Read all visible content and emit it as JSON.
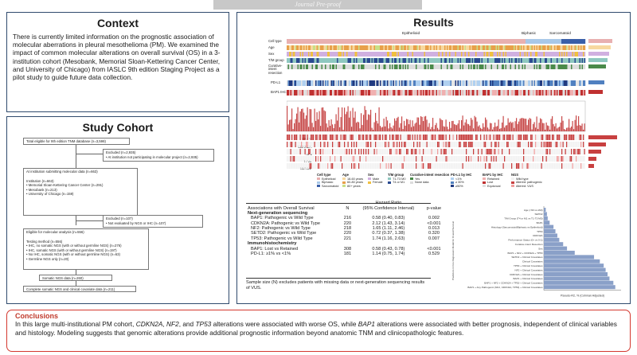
{
  "watermark": "Journal Pre-proof",
  "context": {
    "title": "Context",
    "text": "There is currently limited information on the prognostic association of molecular aberrations in pleural mesothelioma (PM). We examined the impact of common molecular alterations on overall survival (OS) in a 3-institution cohort (Mesobank, Memorial Sloan-Kettering Cancer Center, and University of Chicago) from IASLC 9th edition Staging Project as a pilot study to guide future data collection."
  },
  "cohort": {
    "title": "Study Cohort",
    "total": "Total eligible for 9th edition TNM database (n=3,598)",
    "excluded1_title": "Excluded (n=2,935)",
    "excluded1_item": "• At institution not participating in molecular project (n=2,935)",
    "submitting": "At institution submitting molecular data (n=663)",
    "inst_title": "Institution (n=663)",
    "inst_items": [
      "• Memorial Sloan-Kettering Cancer Center (n=291)",
      "• Mesobank (n=213)",
      "• University of Chicago (n=159)"
    ],
    "excluded2_title": "Excluded (n=107)",
    "excluded2_item": "• Not evaluated by NGS or IHC (n=107)",
    "eligible": "Eligible for molecular analysis (n=556)",
    "testing_title": "Testing method (n=556)",
    "testing_items": [
      "• IHC, no somatic NGS (with or without germline NGS) (n=276)",
      "• IHC, somatic NGS (with or without germline NGS) (n=197)",
      "• No IHC, somatic NGS (with or without germline NGS) (n=63)",
      "• Germline NGS only (n=20)"
    ],
    "somatic": "Somatic NGS data (n=260)",
    "complete": "Complete somatic NGS and clinical covariate data (n=211)"
  },
  "results": {
    "title": "Results",
    "groups": [
      "Epithelioid",
      "Biphasic",
      "Sarcomatoid"
    ],
    "heat_rows": [
      "Cell type",
      "Age",
      "Sex",
      "T/M group",
      "Curative-intent resection"
    ],
    "ihc_rows": [
      "PD-L1",
      "BAP1 IHC"
    ],
    "gene_rows": [
      "BAP1",
      "CDKN2A",
      "NF2",
      "TP53",
      "SETD2"
    ],
    "legend": [
      {
        "title": "Cell type",
        "items": [
          "Epithelioid",
          "Biphasic",
          "Sarcomatoid"
        ],
        "colors": [
          "#e8b0b0",
          "#a8c8e8",
          "#3a5fa8"
        ]
      },
      {
        "title": "Age",
        "items": [
          "18-60 years",
          "60-80 years",
          "80+ years"
        ],
        "colors": [
          "#f7d9a0",
          "#e8a04a",
          "#c8e088"
        ]
      },
      {
        "title": "Sex",
        "items": [
          "Male",
          "Female"
        ],
        "colors": [
          "#d0b0e0",
          "#f0c040"
        ]
      },
      {
        "title": "T/M group",
        "items": [
          "T1-T3 M0",
          "T4 or M1"
        ],
        "colors": [
          "#8fc8c0",
          "#2a4a90"
        ]
      },
      {
        "title": "Curative-intent resection",
        "items": [
          "Yes",
          "None data"
        ],
        "colors": [
          "#4a8a4a",
          "#dddddd"
        ]
      },
      {
        "title": "PD-L1 by IHC",
        "items": [
          "<1%",
          "≥ 30%",
          "≥50%"
        ],
        "colors": [
          "#b0d0f0",
          "#5080c0",
          "#203a80"
        ]
      },
      {
        "title": "BAP1 by IHC",
        "items": [
          "Retained",
          "Lost",
          "Equivocal"
        ],
        "colors": [
          "#f0b0b0",
          "#c03030",
          "#e0e0e0"
        ]
      },
      {
        "title": "NGS",
        "items": [
          "Wild type",
          "Altered: pathogenic",
          "Altered: VUS"
        ],
        "colors": [
          "#f2f2f2",
          "#c84040",
          "#f0a0a0"
        ]
      }
    ],
    "table": {
      "header_hr": "Hazard Ratio",
      "col_assoc": "Associations with Overall Survival",
      "col_n": "N",
      "col_ci": "(95% Confidence Interval)",
      "col_p": "p-value",
      "sec1": "Next-generation sequencing",
      "rows1": [
        {
          "label": "BAP1: Pathogenic vs Wild Type",
          "n": "216",
          "hr": "0.58 (0.40, 0.83)",
          "p": "0.002"
        },
        {
          "label": "CDKN2A: Pathogenic vs Wild Type",
          "n": "220",
          "hr": "2.12 (1.43, 3.14)",
          "p": "<0.001"
        },
        {
          "label": "NF2: Pathogenic vs Wild Type",
          "n": "218",
          "hr": "1.65 (1.11, 2.46)",
          "p": "0.013"
        },
        {
          "label": "SETD2: Pathogenic vs Wild Type",
          "n": "220",
          "hr": "0.72 (0.37, 1.38)",
          "p": "0.320"
        },
        {
          "label": "TP53: Pathogenic vs Wild Type",
          "n": "221",
          "hr": "1.74 (1.16, 2.63)",
          "p": "0.007"
        }
      ],
      "sec2": "Immunohistochemistry",
      "rows2": [
        {
          "label": "BAP1: Lost vs Retained",
          "n": "308",
          "hr": "0.58 (0.43, 0.78)",
          "p": "<0.001"
        },
        {
          "label": "PD-L1: ≥1% vs <1%",
          "n": "181",
          "hr": "1.14 (0.75, 1.74)",
          "p": "0.529"
        }
      ],
      "footnote": "Sample size (N) excludes patients with missing data or next-generation sequencing results of VUS."
    },
    "bar_chart": {
      "xlabel": "Pseudo-R2, % (Cohman Adjusted)",
      "ylabel": "Predictors in Cox Regression Model for Overall Survival"
    }
  },
  "chart_data": {
    "type": "bar",
    "categories": [
      "Age (<60 vs ≥60)",
      "SETD2",
      "T/M Group (T4 or M1 vs T1-T3 M0)",
      "BAP1",
      "Histology (Sarcomatoid/Biphasic vs Epithelioid)",
      "TP53",
      "CDKN2A",
      "Performance Status (0+ vs 0-1)",
      "Curative-intent Resection",
      "Sex",
      "BAP1 + NF2 + CDKN2A + TP53",
      "SETD2 + Clinical Covariates",
      "Clinical Covariates",
      "TP53 + Clinical Covariates",
      "NF2 + Clinical Covariates",
      "CDKN2A + Clinical Covariates",
      "BAP1 + Clinical Covariates",
      "BAP1 + NF2 + CDKN2A + TP53 + Clinical Covariates",
      "BAP1 + Any Pathogenic (NF2, CDKN2A, TP53) + Clinical Covariates"
    ],
    "values": [
      0.5,
      0.8,
      1.0,
      1.5,
      2.5,
      3.0,
      3.5,
      4.0,
      5.0,
      6.0,
      8.0,
      13.0,
      14.5,
      15.5,
      16.0,
      16.5,
      17.0,
      18.0,
      18.5
    ],
    "xlabel": "Pseudo-R2, % (Cohman Adjusted)",
    "ylabel": "Predictors in Cox Regression Model for Overall Survival",
    "xlim": [
      0,
      20
    ],
    "bar_color": "#8aa0c8"
  },
  "conclusions": {
    "title": "Conclusions",
    "text_parts": {
      "a": "In this large multi-institutional PM cohort, ",
      "g1": "CDKN2A",
      "b": ", ",
      "g2": "NF2",
      "c": ", and ",
      "g3": "TP53",
      "d": " alterations were associated with worse OS, while ",
      "g4": "BAP1",
      "e": " alterations were associated with better prognosis, independent of clinical variables and histology. Modeling suggests that genomic alterations provide additional prognostic information beyond anatomic TNM and clinicopathologic features."
    }
  }
}
